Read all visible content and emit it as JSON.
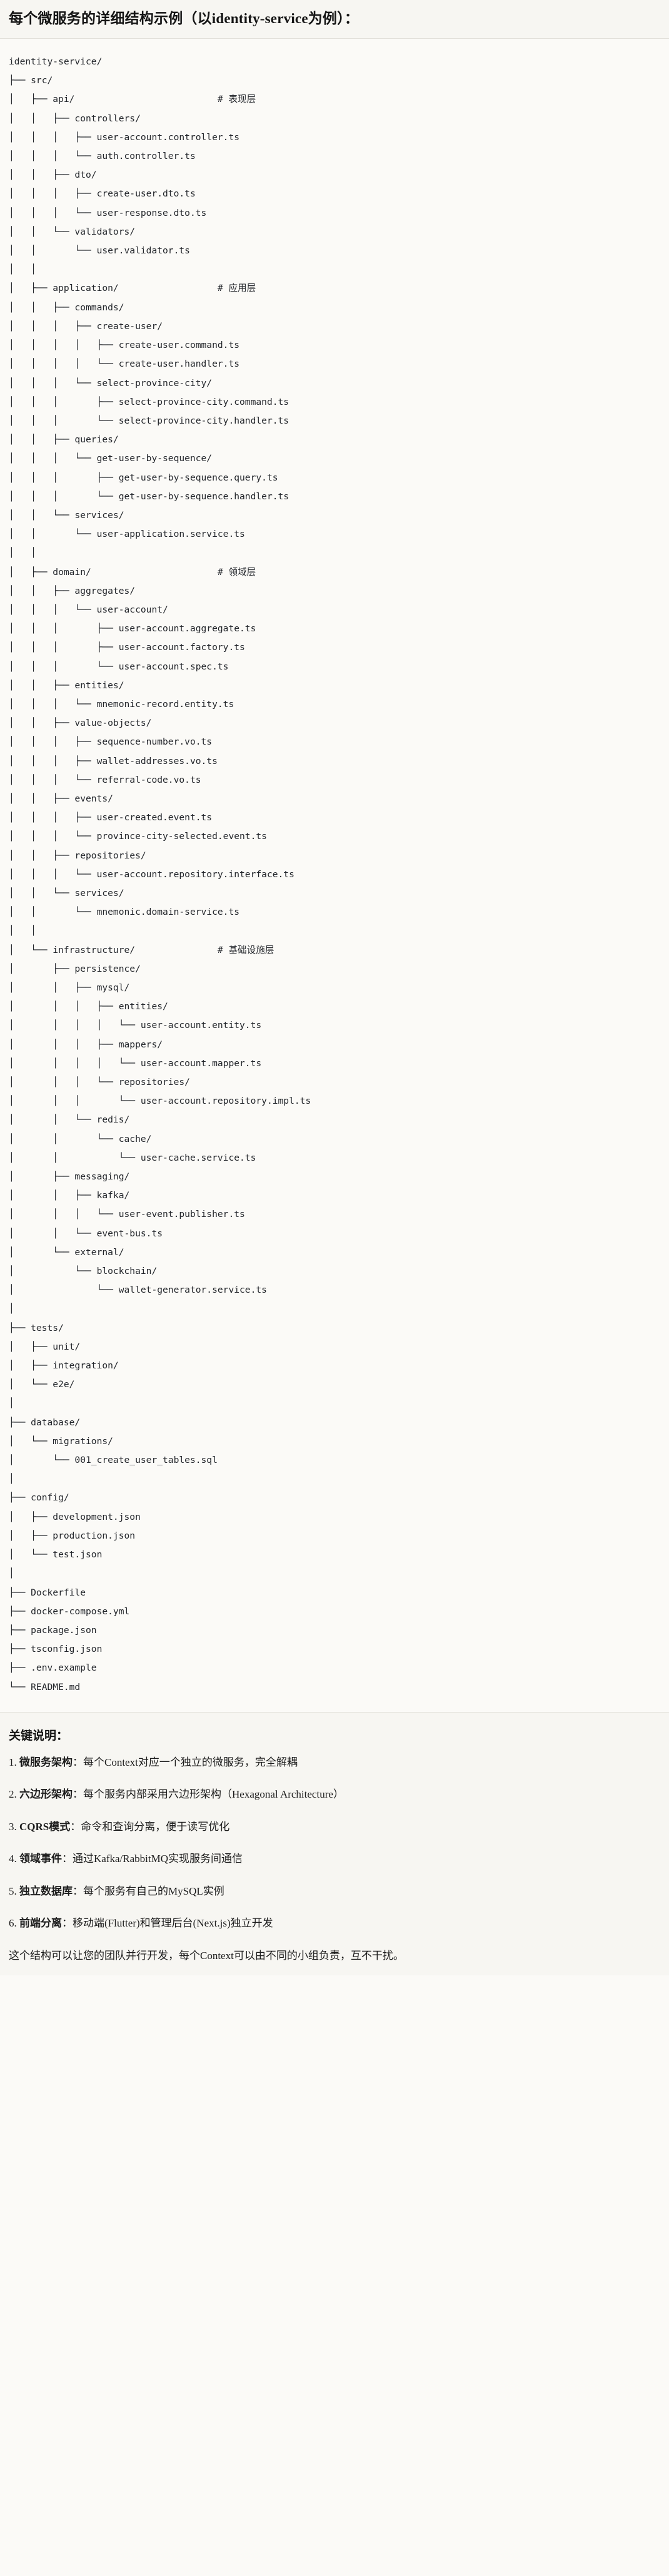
{
  "title": {
    "text": "每个微服务的详细结构示例（以identity-service为例）："
  },
  "tree": {
    "root": "identity-service/",
    "text": "identity-service/\n├── src/\n│   ├── api/                          # 表现层\n│   │   ├── controllers/\n│   │   │   ├── user-account.controller.ts\n│   │   │   └── auth.controller.ts\n│   │   ├── dto/\n│   │   │   ├── create-user.dto.ts\n│   │   │   └── user-response.dto.ts\n│   │   └── validators/\n│   │       └── user.validator.ts\n│   │\n│   ├── application/                  # 应用层\n│   │   ├── commands/\n│   │   │   ├── create-user/\n│   │   │   │   ├── create-user.command.ts\n│   │   │   │   └── create-user.handler.ts\n│   │   │   └── select-province-city/\n│   │   │       ├── select-province-city.command.ts\n│   │   │       └── select-province-city.handler.ts\n│   │   ├── queries/\n│   │   │   └── get-user-by-sequence/\n│   │   │       ├── get-user-by-sequence.query.ts\n│   │   │       └── get-user-by-sequence.handler.ts\n│   │   └── services/\n│   │       └── user-application.service.ts\n│   │\n│   ├── domain/                       # 领域层\n│   │   ├── aggregates/\n│   │   │   └── user-account/\n│   │   │       ├── user-account.aggregate.ts\n│   │   │       ├── user-account.factory.ts\n│   │   │       └── user-account.spec.ts\n│   │   ├── entities/\n│   │   │   └── mnemonic-record.entity.ts\n│   │   ├── value-objects/\n│   │   │   ├── sequence-number.vo.ts\n│   │   │   ├── wallet-addresses.vo.ts\n│   │   │   └── referral-code.vo.ts\n│   │   ├── events/\n│   │   │   ├── user-created.event.ts\n│   │   │   └── province-city-selected.event.ts\n│   │   ├── repositories/\n│   │   │   └── user-account.repository.interface.ts\n│   │   └── services/\n│   │       └── mnemonic.domain-service.ts\n│   │\n│   └── infrastructure/               # 基础设施层\n│       ├── persistence/\n│       │   ├── mysql/\n│       │   │   ├── entities/\n│       │   │   │   └── user-account.entity.ts\n│       │   │   ├── mappers/\n│       │   │   │   └── user-account.mapper.ts\n│       │   │   └── repositories/\n│       │   │       └── user-account.repository.impl.ts\n│       │   └── redis/\n│       │       └── cache/\n│       │           └── user-cache.service.ts\n│       ├── messaging/\n│       │   ├── kafka/\n│       │   │   └── user-event.publisher.ts\n│       │   └── event-bus.ts\n│       └── external/\n│           └── blockchain/\n│               └── wallet-generator.service.ts\n│\n├── tests/\n│   ├── unit/\n│   ├── integration/\n│   └── e2e/\n│\n├── database/\n│   └── migrations/\n│       └── 001_create_user_tables.sql\n│\n├── config/\n│   ├── development.json\n│   ├── production.json\n│   └── test.json\n│\n├── Dockerfile\n├── docker-compose.yml\n├── package.json\n├── tsconfig.json\n├── .env.example\n└── README.md",
    "layer_comments": [
      {
        "path": "api/",
        "comment": "# 表现层"
      },
      {
        "path": "application/",
        "comment": "# 应用层"
      },
      {
        "path": "domain/",
        "comment": "# 领域层"
      },
      {
        "path": "infrastructure/",
        "comment": "# 基础设施层"
      }
    ]
  },
  "notes": {
    "heading": "关键说明：",
    "items": [
      {
        "num": "1.",
        "term": "微服务架构",
        "sep": "：",
        "desc": "每个Context对应一个独立的微服务，完全解耦"
      },
      {
        "num": "2.",
        "term": "六边形架构",
        "sep": "：",
        "desc": "每个服务内部采用六边形架构（Hexagonal Architecture）"
      },
      {
        "num": "3.",
        "term": "CQRS模式",
        "sep": "：",
        "desc": "命令和查询分离，便于读写优化"
      },
      {
        "num": "4.",
        "term": "领域事件",
        "sep": "：",
        "desc": "通过Kafka/RabbitMQ实现服务间通信"
      },
      {
        "num": "5.",
        "term": "独立数据库",
        "sep": "：",
        "desc": "每个服务有自己的MySQL实例"
      },
      {
        "num": "6.",
        "term": "前端分离",
        "sep": "：",
        "desc": "移动端(Flutter)和管理后台(Next.js)独立开发"
      }
    ],
    "closing": "这个结构可以让您的团队并行开发，每个Context可以由不同的小组负责，互不干扰。"
  }
}
